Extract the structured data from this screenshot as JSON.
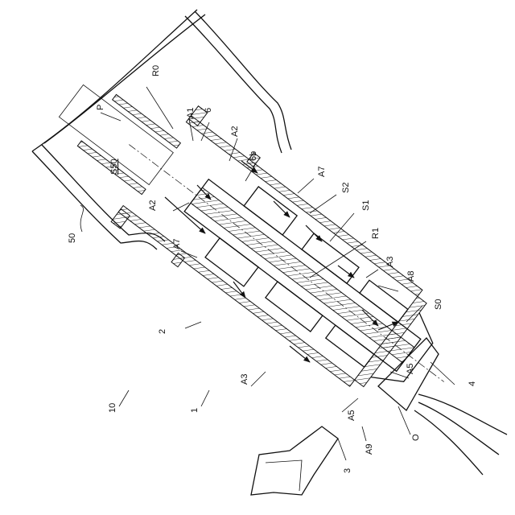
{
  "labels": {
    "R0": "R0",
    "P": "P",
    "A1": "A1",
    "n6": "6",
    "A2_top": "A2",
    "n6b": "6b",
    "S50": "S50",
    "A7_top": "A7",
    "S2": "S2",
    "S1": "S1",
    "A2_left": "A2",
    "R1": "R1",
    "A7_left": "A7",
    "A3_right": "A3",
    "A8": "A8",
    "n50": "50",
    "S0": "S0",
    "n2": "2",
    "A5_right": "A5",
    "n4": "4",
    "A3_left": "A3",
    "n10": "10",
    "n1": "1",
    "A5_left": "A5",
    "O": "O",
    "A9": "A9",
    "n3": "3"
  }
}
